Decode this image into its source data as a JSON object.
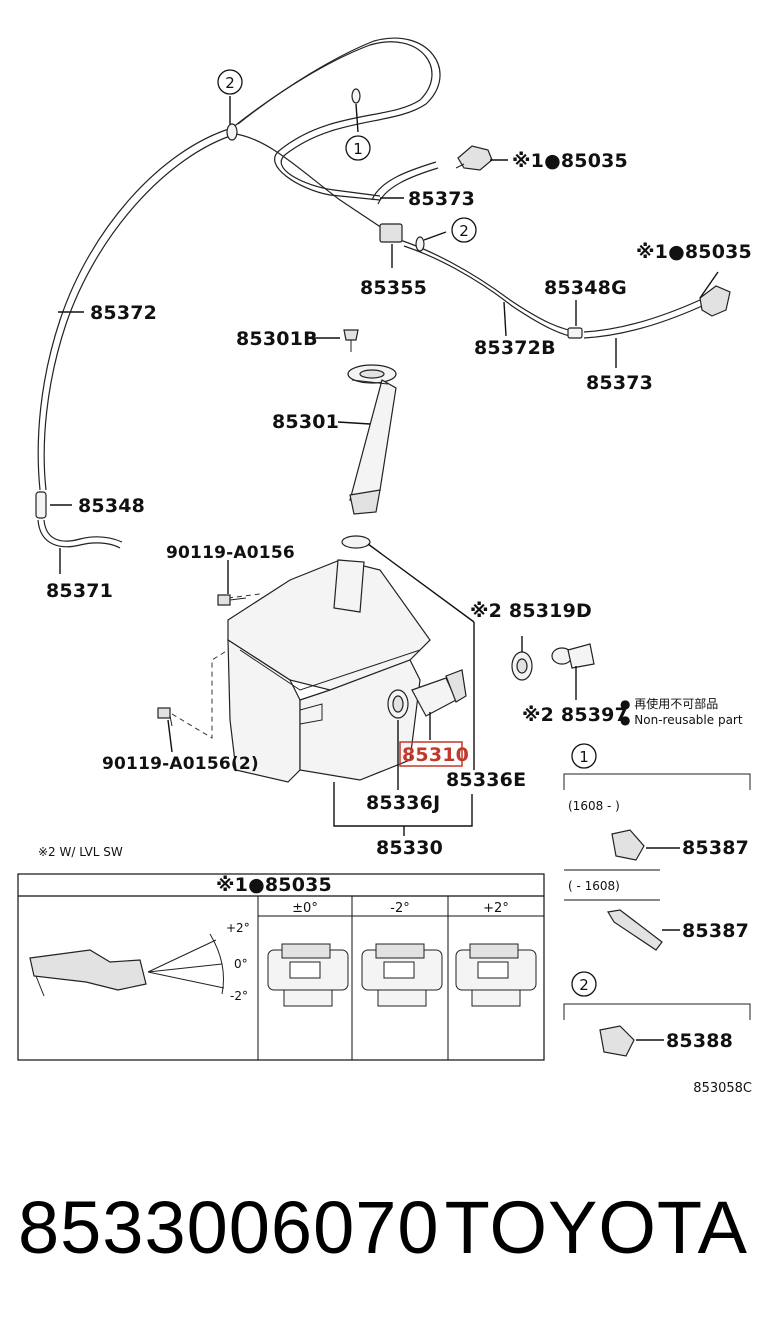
{
  "labels": {
    "p85035_top": "※1●85035",
    "p85373_top": "85373",
    "p85355": "85355",
    "p85372": "85372",
    "p85035_right": "※1●85035",
    "p85348G": "85348G",
    "p85301B": "85301B",
    "p85372B": "85372B",
    "p85373_right": "85373",
    "p85301": "85301",
    "p85348": "85348",
    "p85371": "85371",
    "p90119_a": "90119-A0156",
    "p85319D": "※2 85319D",
    "p85397": "※2 85397",
    "p90119_b": "90119-A0156(2)",
    "p85310": "85310",
    "p85336E": "85336E",
    "p85336J": "85336J",
    "p85330": "85330",
    "callout_1": "1",
    "callout_2": "2",
    "legend_ja": "● 再使用不可部品",
    "legend_en": "● Non-reusable part",
    "note_lvl": "※2 W/ LVL SW"
  },
  "nozzle_table": {
    "title": "※1●85035",
    "columns": [
      "±0°",
      "-2°",
      "+2°"
    ],
    "angle_labels": [
      "+2°",
      "0°",
      "-2°"
    ]
  },
  "side_panel": {
    "box1_number": "1",
    "box1_range_a": "(1608 -     )",
    "box1_part_a": "85387",
    "box1_range_b": "(     - 1608)",
    "box1_part_b": "85387",
    "box2_number": "2",
    "box2_part": "85388"
  },
  "diagram_code": "853058C",
  "footer": {
    "part_number": "8533006070",
    "brand": "TOYOTA"
  }
}
